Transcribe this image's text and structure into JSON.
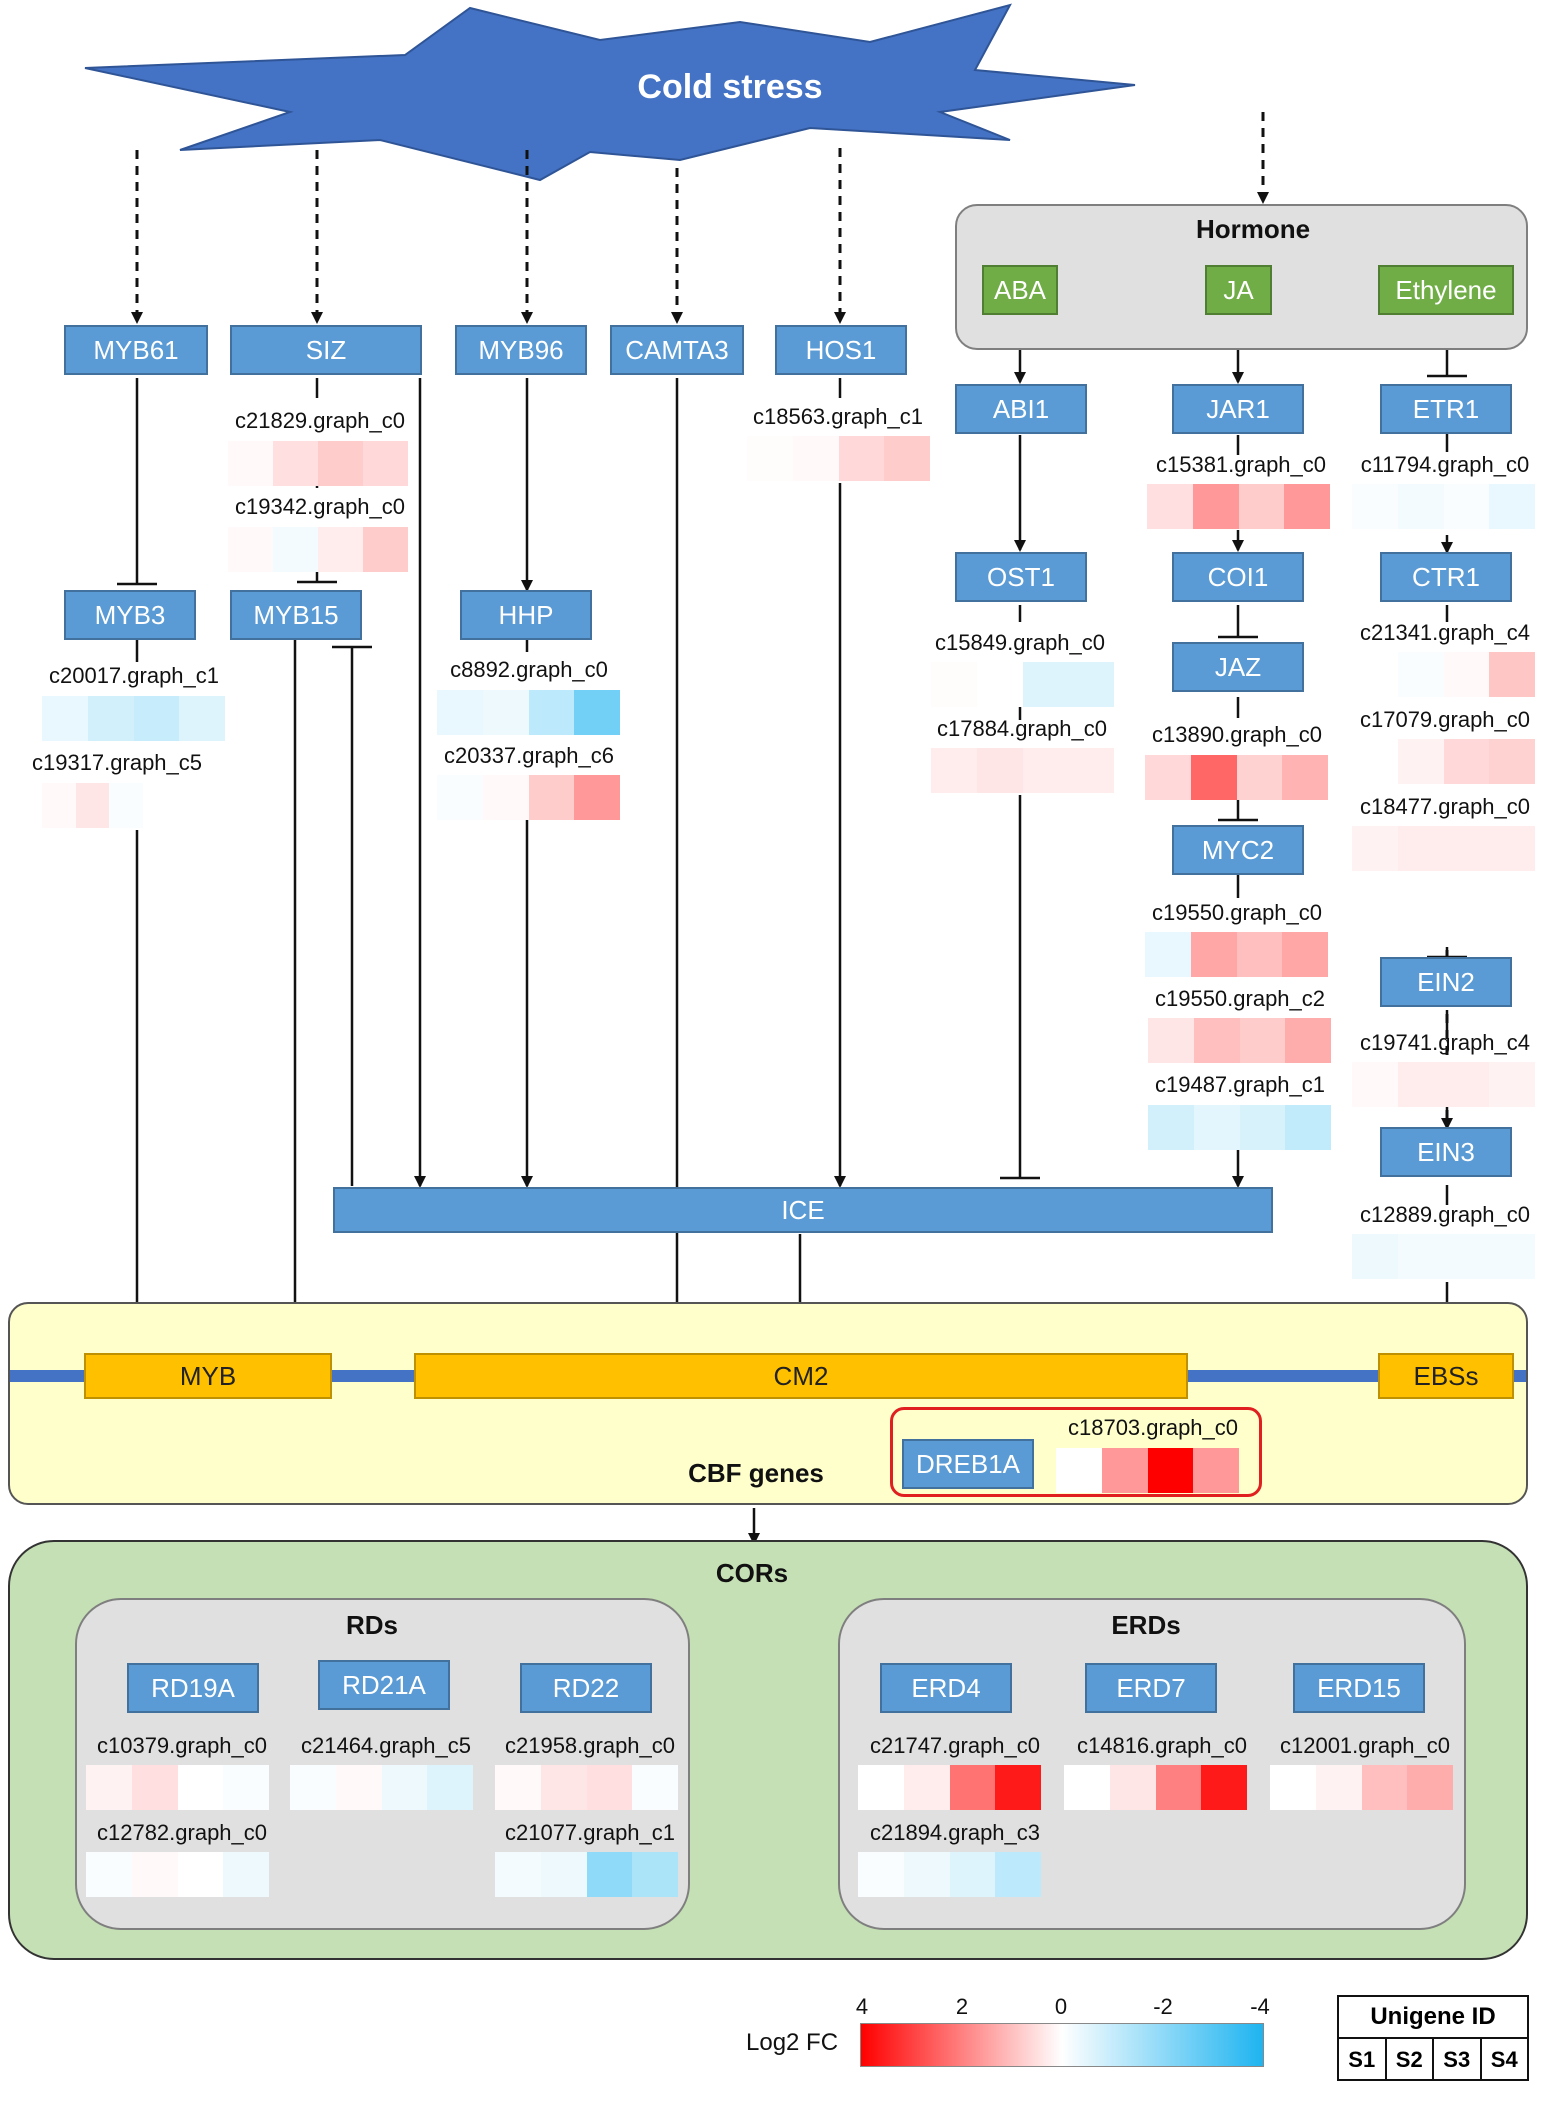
{
  "stress": {
    "label": "Cold stress"
  },
  "hormone": {
    "title": "Hormone",
    "aba": "ABA",
    "ja": "JA",
    "ethylene": "Ethylene"
  },
  "genes": {
    "myb61": "MYB61",
    "siz": "SIZ",
    "myb96": "MYB96",
    "camta3": "CAMTA3",
    "hos1": "HOS1",
    "abi1": "ABI1",
    "ost1": "OST1",
    "jar1": "JAR1",
    "coi1": "COI1",
    "jaz": "JAZ",
    "myc2": "MYC2",
    "etr1": "ETR1",
    "ctr1": "CTR1",
    "ein2": "EIN2",
    "ein3": "EIN3",
    "myb3": "MYB3",
    "myb15": "MYB15",
    "hhp": "HHP",
    "ice": "ICE",
    "dreb1a": "DREB1A"
  },
  "cbf": {
    "title": "CBF genes",
    "myb": "MYB",
    "cm2": "CM2",
    "ebss": "EBSs"
  },
  "cors": {
    "title": "CORs",
    "rds": "RDs",
    "erds": "ERDs",
    "rd19a": "RD19A",
    "rd21a": "RD21A",
    "rd22": "RD22",
    "erd4": "ERD4",
    "erd7": "ERD7",
    "erd15": "ERD15"
  },
  "unigenes": [
    {
      "id": "c21829.graph_c0",
      "values": [
        0.1,
        0.5,
        0.8,
        0.6
      ]
    },
    {
      "id": "c19342.graph_c0",
      "values": [
        0.1,
        -0.2,
        0.3,
        0.8
      ]
    },
    {
      "id": "c18563.graph_c1",
      "values": [
        0.05,
        0.1,
        0.6,
        0.8
      ]
    },
    {
      "id": "c20017.graph_c1",
      "values": [
        -0.4,
        -0.8,
        -1.0,
        -0.6
      ]
    },
    {
      "id": "c19317.graph_c5",
      "values": [
        0.1,
        0.4,
        -0.1,
        0
      ]
    },
    {
      "id": "c8892.graph_c0",
      "values": [
        -0.4,
        -0.3,
        -1.2,
        -2.5
      ]
    },
    {
      "id": "c20337.graph_c6",
      "values": [
        -0.1,
        0.1,
        0.8,
        1.6
      ]
    },
    {
      "id": "c15849.graph_c0",
      "values": [
        0.05,
        0,
        -0.6,
        -0.6
      ]
    },
    {
      "id": "c17884.graph_c0",
      "values": [
        0.3,
        0.4,
        0.3,
        0.3
      ]
    },
    {
      "id": "c15381.graph_c0",
      "values": [
        0.5,
        1.6,
        0.8,
        1.6
      ]
    },
    {
      "id": "c13890.graph_c0",
      "values": [
        0.6,
        2.4,
        0.7,
        1.2
      ]
    },
    {
      "id": "c19550.graph_c0",
      "values": [
        -0.4,
        1.4,
        1.0,
        1.4
      ]
    },
    {
      "id": "c19550.graph_c2",
      "values": [
        0.4,
        1.0,
        0.8,
        1.3
      ]
    },
    {
      "id": "c19487.graph_c1",
      "values": [
        -0.8,
        -0.5,
        -0.7,
        -1.1
      ]
    },
    {
      "id": "c11794.graph_c0",
      "values": [
        -0.1,
        -0.2,
        -0.1,
        -0.4
      ]
    },
    {
      "id": "c21341.graph_c4",
      "values": [
        0,
        -0.1,
        0.1,
        0.9
      ]
    },
    {
      "id": "c17079.graph_c0",
      "values": [
        0,
        0.2,
        0.6,
        0.7
      ]
    },
    {
      "id": "c18477.graph_c0",
      "values": [
        0.2,
        0.3,
        0.3,
        0.3
      ]
    },
    {
      "id": "c19741.graph_c4",
      "values": [
        0.1,
        0.3,
        0.3,
        0.2
      ]
    },
    {
      "id": "c12889.graph_c0",
      "values": [
        -0.3,
        -0.2,
        -0.2,
        -0.2
      ]
    },
    {
      "id": "c18703.graph_c0",
      "values": [
        0,
        1.6,
        4.0,
        1.6
      ]
    },
    {
      "id": "c10379.graph_c0",
      "values": [
        0.2,
        0.5,
        0,
        -0.1
      ]
    },
    {
      "id": "c12782.graph_c0",
      "values": [
        -0.1,
        0.1,
        0,
        -0.3
      ]
    },
    {
      "id": "c21464.graph_c5",
      "values": [
        -0.1,
        0.1,
        -0.3,
        -0.6
      ]
    },
    {
      "id": "c21958.graph_c0",
      "values": [
        0.1,
        0.4,
        0.5,
        -0.1
      ]
    },
    {
      "id": "c21077.graph_c1",
      "values": [
        -0.2,
        -0.3,
        -2.0,
        -1.5
      ]
    },
    {
      "id": "c21747.graph_c0",
      "values": [
        0,
        0.3,
        2.2,
        3.6
      ]
    },
    {
      "id": "c14816.graph_c0",
      "values": [
        0,
        0.4,
        2.0,
        3.6
      ]
    },
    {
      "id": "c12001.graph_c0",
      "values": [
        0,
        0.2,
        1.0,
        1.3
      ]
    },
    {
      "id": "c21894.graph_c3",
      "values": [
        -0.1,
        -0.3,
        -0.6,
        -1.2
      ]
    }
  ],
  "legend": {
    "label": "Log2 FC",
    "ticks": [
      "4",
      "2",
      "0",
      "-2",
      "-4"
    ],
    "colors": {
      "high": "#ff0000",
      "mid": "#ffffff",
      "low": "#1eb4f0"
    },
    "unigene_title": "Unigene ID",
    "samples": [
      "S1",
      "S2",
      "S3",
      "S4"
    ]
  }
}
